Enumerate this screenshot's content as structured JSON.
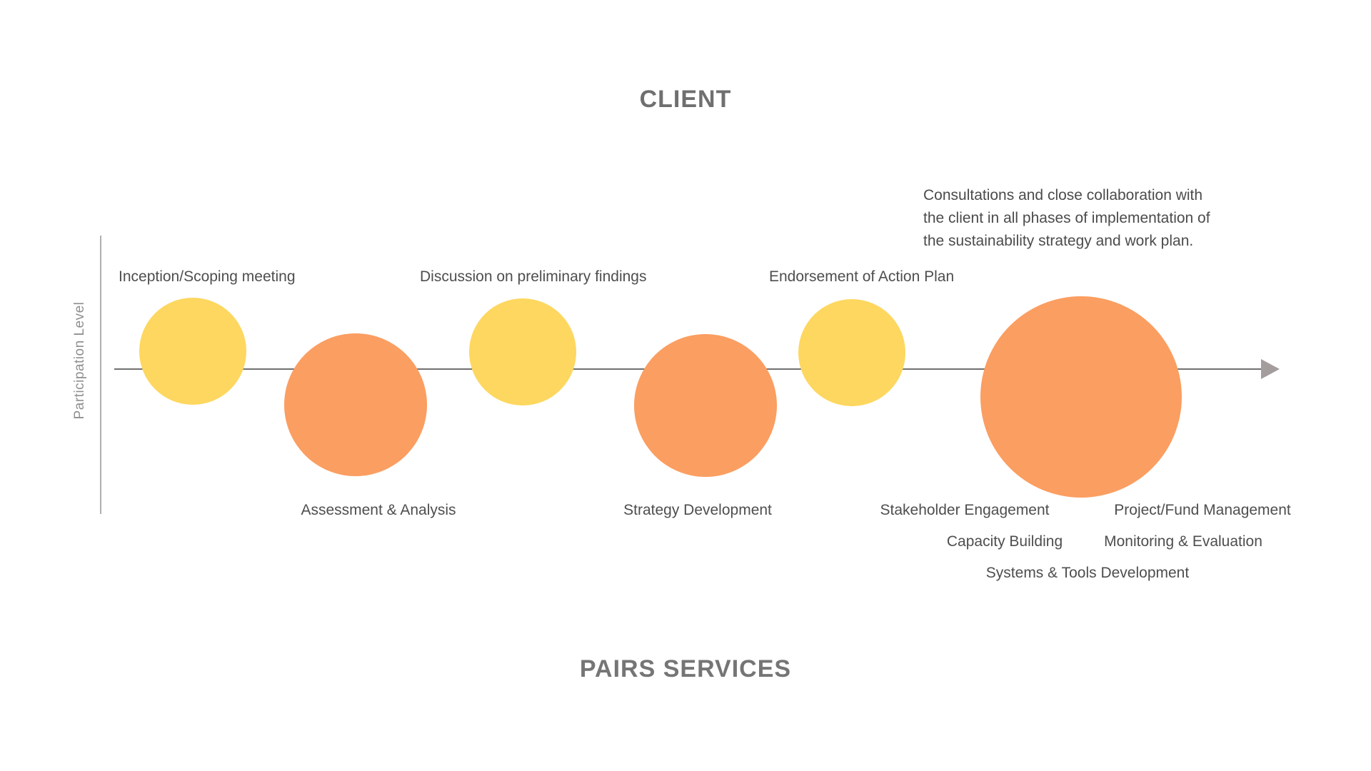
{
  "titles": {
    "client": "CLIENT",
    "services": "PAIRS SERVICES"
  },
  "axis": {
    "y_label": "Participation Level",
    "direction": "horizontal-arrow-right"
  },
  "annotation": {
    "text": "Consultations and close collaboration with\nthe client in all phases of implementation of\nthe sustainability strategy and work plan."
  },
  "steps": [
    {
      "label": "Inception/Scoping meeting",
      "actor": "client",
      "bubble": "yellow-small",
      "label_position": "above"
    },
    {
      "label": "Assessment & Analysis",
      "actor": "pairs",
      "bubble": "orange-medium",
      "label_position": "below"
    },
    {
      "label": "Discussion on preliminary findings",
      "actor": "client",
      "bubble": "yellow-small",
      "label_position": "above"
    },
    {
      "label": "Strategy Development",
      "actor": "pairs",
      "bubble": "orange-medium",
      "label_position": "below"
    },
    {
      "label": "Endorsement of Action Plan",
      "actor": "client",
      "bubble": "yellow-small",
      "label_position": "above"
    },
    {
      "actor": "pairs",
      "bubble": "orange-large",
      "label_position": "below-cluster"
    }
  ],
  "implementation_services": [
    "Stakeholder Engagement",
    "Project/Fund Management",
    "Capacity Building",
    "Monitoring & Evaluation",
    "Systems & Tools Development"
  ],
  "colors": {
    "client_bubble": "#FDD75F",
    "pairs_bubble": "#FB9E61",
    "x_axis_line": "#707070",
    "y_axis_line": "#AFAFAF",
    "arrowhead": "#A49D9D",
    "label_text": "#4E4E4E",
    "heading_text": "#6F6F6F",
    "y_label_text": "#8F8F8F",
    "background": "#FFFFFF"
  }
}
